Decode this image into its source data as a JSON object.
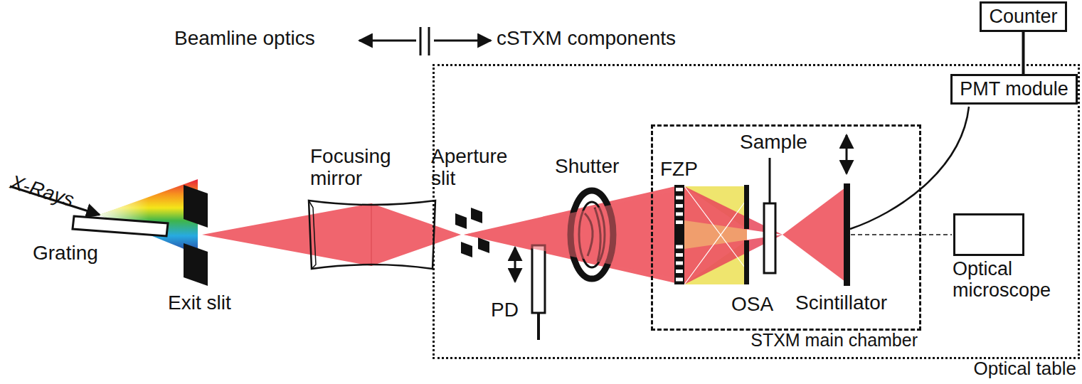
{
  "diagram": {
    "nodes": [
      {
        "text": [
          "Counter"
        ]
      },
      {
        "text": [
          "Optical table"
        ]
      },
      {
        "text": [
          "PMT module"
        ],
        "in": 1
      },
      {
        "text": [
          "STXM main chamber"
        ],
        "in": 1
      },
      {
        "text": [
          "Optical microscope"
        ],
        "in": 1
      }
    ],
    "edges": [
      {
        "from": 0,
        "to": 2,
        "arrow": "none"
      }
    ],
    "labels": [
      "Beamline optics",
      "cSTXM components",
      "X-Rays",
      "Grating",
      "Exit slit",
      "Focusing mirror",
      "Aperture slit",
      "Shutter",
      "PD",
      "FZP",
      "Sample",
      "OSA",
      "Scintillator"
    ]
  }
}
